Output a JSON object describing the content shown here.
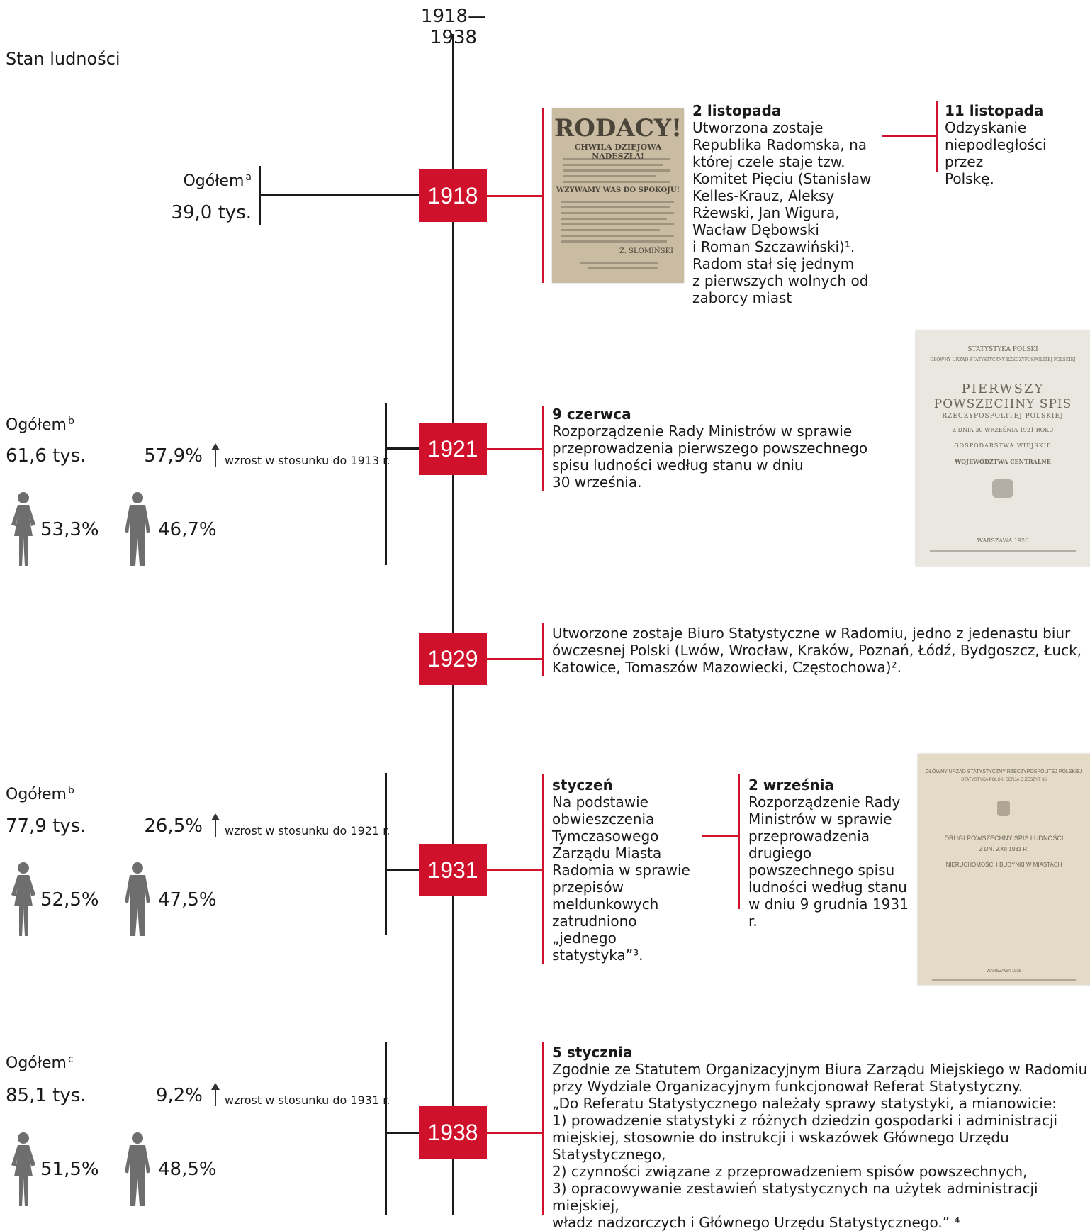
{
  "header": {
    "period": "1918—1938",
    "section_title": "Stan ludności"
  },
  "timeline": [
    {
      "year": "1918",
      "stats": {
        "label": "Ogółem",
        "note": "a",
        "total": "39,0 tys."
      },
      "events": [
        {
          "date": "2 listopada",
          "lines": [
            "Utworzona zostaje",
            "Republika Radomska, na",
            "której czele staje tzw.",
            "Komitet Pięciu (Stanisław",
            "Kelles-Krauz, Aleksy",
            "Rżewski, Jan Wigura,",
            "Wacław Dębowski",
            "i Roman Szczawiński)¹.",
            "Radom stał się jednym",
            "z pierwszych wolnych od",
            "zaborcy miast"
          ]
        },
        {
          "date": "11 listopada",
          "lines": [
            "Odzyskanie",
            "niepodległości przez",
            "Polskę."
          ]
        }
      ],
      "document": {
        "title": "RODACY!",
        "subtitle": "CHWILA DZIEJOWA NADESZŁA!",
        "motto": "WZYWAMY WAS DO SPOKOJU!",
        "signature": "Z. SŁOMIŃSKI"
      }
    },
    {
      "year": "1921",
      "stats": {
        "label": "Ogółem",
        "note": "b",
        "total": "61,6 tys.",
        "growth": "57,9%",
        "growth_note": "wzrost w stosunku do 1913 r.",
        "female": "53,3%",
        "male": "46,7%"
      },
      "events": [
        {
          "date": "9 czerwca",
          "lines": [
            "Rozporządzenie Rady Ministrów w sprawie",
            "przeprowadzenia pierwszego powszechnego",
            "spisu ludności według stanu w dniu",
            "30 września."
          ]
        }
      ],
      "document": {
        "header1": "STATYSTYKA POLSKI",
        "header2": "GŁÓWNY URZĄD STATYSTYCZNY RZECZYPOSPOLITEJ POLSKIEJ",
        "title1": "PIERWSZY",
        "title2": "POWSZECHNY SPIS",
        "title3": "RZECZYPOSPOLITEJ POLSKIEJ",
        "date": "Z DNIA 30 WRZEŚNIA 1921 ROKU",
        "sub1": "GOSPODARSTWA WIEJSKIE",
        "sub2": "WOJEWÓDZTWA CENTRALNE",
        "place": "WARSZAWA 1926"
      }
    },
    {
      "year": "1929",
      "events": [
        {
          "date": "",
          "lines": [
            "Utworzone zostaje Biuro Statystyczne w Radomiu, jedno z jedenastu biur",
            "ówczesnej Polski (Lwów, Wrocław, Kraków, Poznań, Łódź, Bydgoszcz, Łuck,",
            "Katowice, Tomaszów Mazowiecki, Częstochowa)²."
          ]
        }
      ]
    },
    {
      "year": "1931",
      "stats": {
        "label": "Ogółem",
        "note": "b",
        "total": "77,9 tys.",
        "growth": "26,5%",
        "growth_note": "wzrost w stosunku do 1921 r.",
        "female": "52,5%",
        "male": "47,5%"
      },
      "events": [
        {
          "date": "styczeń",
          "lines": [
            "Na podstawie",
            "obwieszczenia",
            "Tymczasowego",
            "Zarządu Miasta",
            "Radomia w sprawie",
            "przepisów",
            "meldunkowych",
            "zatrudniono",
            "„jednego",
            "statystyka”³."
          ]
        },
        {
          "date": "2 września",
          "lines": [
            "Rozporządzenie Rady",
            "Ministrów w sprawie",
            "przeprowadzenia",
            "drugiego",
            "powszechnego spisu",
            "ludności według stanu",
            "w dniu 9 grudnia 1931 r."
          ]
        }
      ],
      "document": {
        "header1": "GŁÓWNY URZĄD STATYSTYCZNY RZECZYPOSPOLITEJ POLSKIEJ",
        "header2": "STATYSTYKA POLSKI   SERJA C   ZESZYT 36",
        "title1": "DRUGI POWSZECHNY SPIS LUDNOŚCI",
        "title2": "Z DN. 9.XII 1931 R.",
        "title3": "NIERUCHOMOŚCI I BUDYNKI W MIASTACH",
        "place": "WARSZAWA 1935"
      }
    },
    {
      "year": "1938",
      "stats": {
        "label": "Ogółem",
        "note": "c",
        "total": "85,1 tys.",
        "growth": "9,2%",
        "growth_note": "wzrost w stosunku do 1931 r.",
        "female": "51,5%",
        "male": "48,5%"
      },
      "events": [
        {
          "date": "5 stycznia",
          "lines": [
            "Zgodnie ze Statutem Organizacyjnym Biura Zarządu Miejskiego w Radomiu",
            "przy Wydziale Organizacyjnym funkcjonował Referat Statystyczny.",
            "„Do Referatu Statystycznego należały sprawy statystyki, a mianowicie:",
            "1) prowadzenie statystyki z różnych dziedzin gospodarki i administracji",
            "miejskiej, stosownie do instrukcji i wskazówek Głównego Urzędu",
            "Statystycznego,",
            "2) czynności związane z przeprowadzeniem spisów powszechnych,",
            "3) opracowywanie zestawień statystycznych na użytek administracji miejskiej,",
            "władz nadzorczych i Głównego Urzędu Statystycznego.” ⁴"
          ]
        }
      ]
    }
  ],
  "colors": {
    "accent": "#d0112b",
    "axis": "#1a1a1a",
    "silhouette": "#6e6e6e"
  },
  "icons": {
    "female": "female-silhouette-icon",
    "male": "male-silhouette-icon",
    "growth": "arrow-up-icon"
  }
}
